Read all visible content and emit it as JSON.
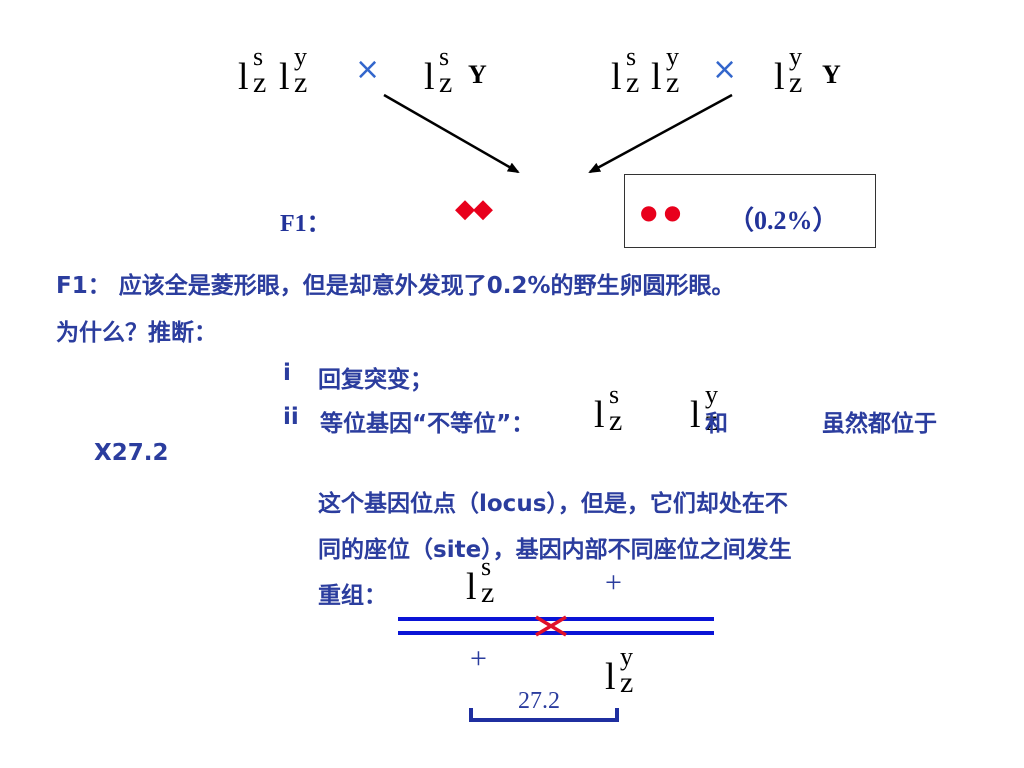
{
  "cross": {
    "left": {
      "female": [
        {
          "base": "l",
          "sup": "s",
          "sub": "z"
        },
        {
          "base": "l",
          "sup": "y",
          "sub": "z"
        }
      ],
      "symbol": "×",
      "male": {
        "base": "l",
        "sup": "s",
        "sub": "z"
      },
      "male_chrom": "Y"
    },
    "right": {
      "female": [
        {
          "base": "l",
          "sup": "s",
          "sub": "z"
        },
        {
          "base": "l",
          "sup": "y",
          "sub": "z"
        }
      ],
      "symbol": "×",
      "male": {
        "base": "l",
        "sup": "y",
        "sub": "z"
      },
      "male_chrom": "Y"
    }
  },
  "f1_row": {
    "label": "F1：",
    "diamond_glyphs": "◆◆",
    "dot_glyphs": "● ●",
    "percent": "（0.2%）"
  },
  "text": {
    "line1": "F1： 应该全是菱形眼，但是却意外发现了0.2%的野生卵圆形眼。",
    "line2": "为什么？推断：",
    "item_i_marker": "i",
    "item_i": "回复突变；",
    "item_ii_marker": "ii",
    "item_ii": "等位基因“不等位”：",
    "item_ii_and": "和",
    "item_ii_tail": "虽然都位于",
    "item_ii_locus": "X27.2",
    "para1": "这个基因位点（locus），但是，它们却处在不",
    "para2": "同的座位（site），基因内部不同座位之间发生",
    "para3": "重组："
  },
  "inline_genes": {
    "ls": {
      "base": "l",
      "sup": "s",
      "sub": "z"
    },
    "ly": {
      "base": "l",
      "sup": "y",
      "sub": "z"
    }
  },
  "recombination": {
    "top_gene": {
      "base": "l",
      "sup": "s",
      "sub": "z"
    },
    "top_plus": "+",
    "bottom_plus": "+",
    "bottom_gene": {
      "base": "l",
      "sup": "y",
      "sub": "z"
    },
    "map_value": "27.2"
  },
  "colors": {
    "text_blue": "#2b3d9e",
    "chromosome_blue": "#0a14d6",
    "cross_red": "#e0102a",
    "marker_red": "#e8001c",
    "arrow": "#000000"
  }
}
